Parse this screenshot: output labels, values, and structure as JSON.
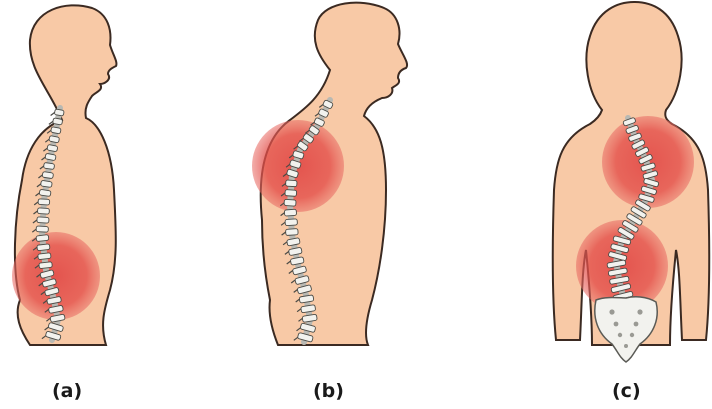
{
  "figure": {
    "panels": [
      {
        "id": "a",
        "label": "(a)"
      },
      {
        "id": "b",
        "label": "(b)"
      },
      {
        "id": "c",
        "label": "(c)"
      }
    ],
    "colors": {
      "skin": "#f8c9a6",
      "outline": "#3b2a22",
      "highlight": "#e0403f",
      "bone": "#f2f2ee",
      "bone_shadow": "#b9b9b3"
    }
  }
}
